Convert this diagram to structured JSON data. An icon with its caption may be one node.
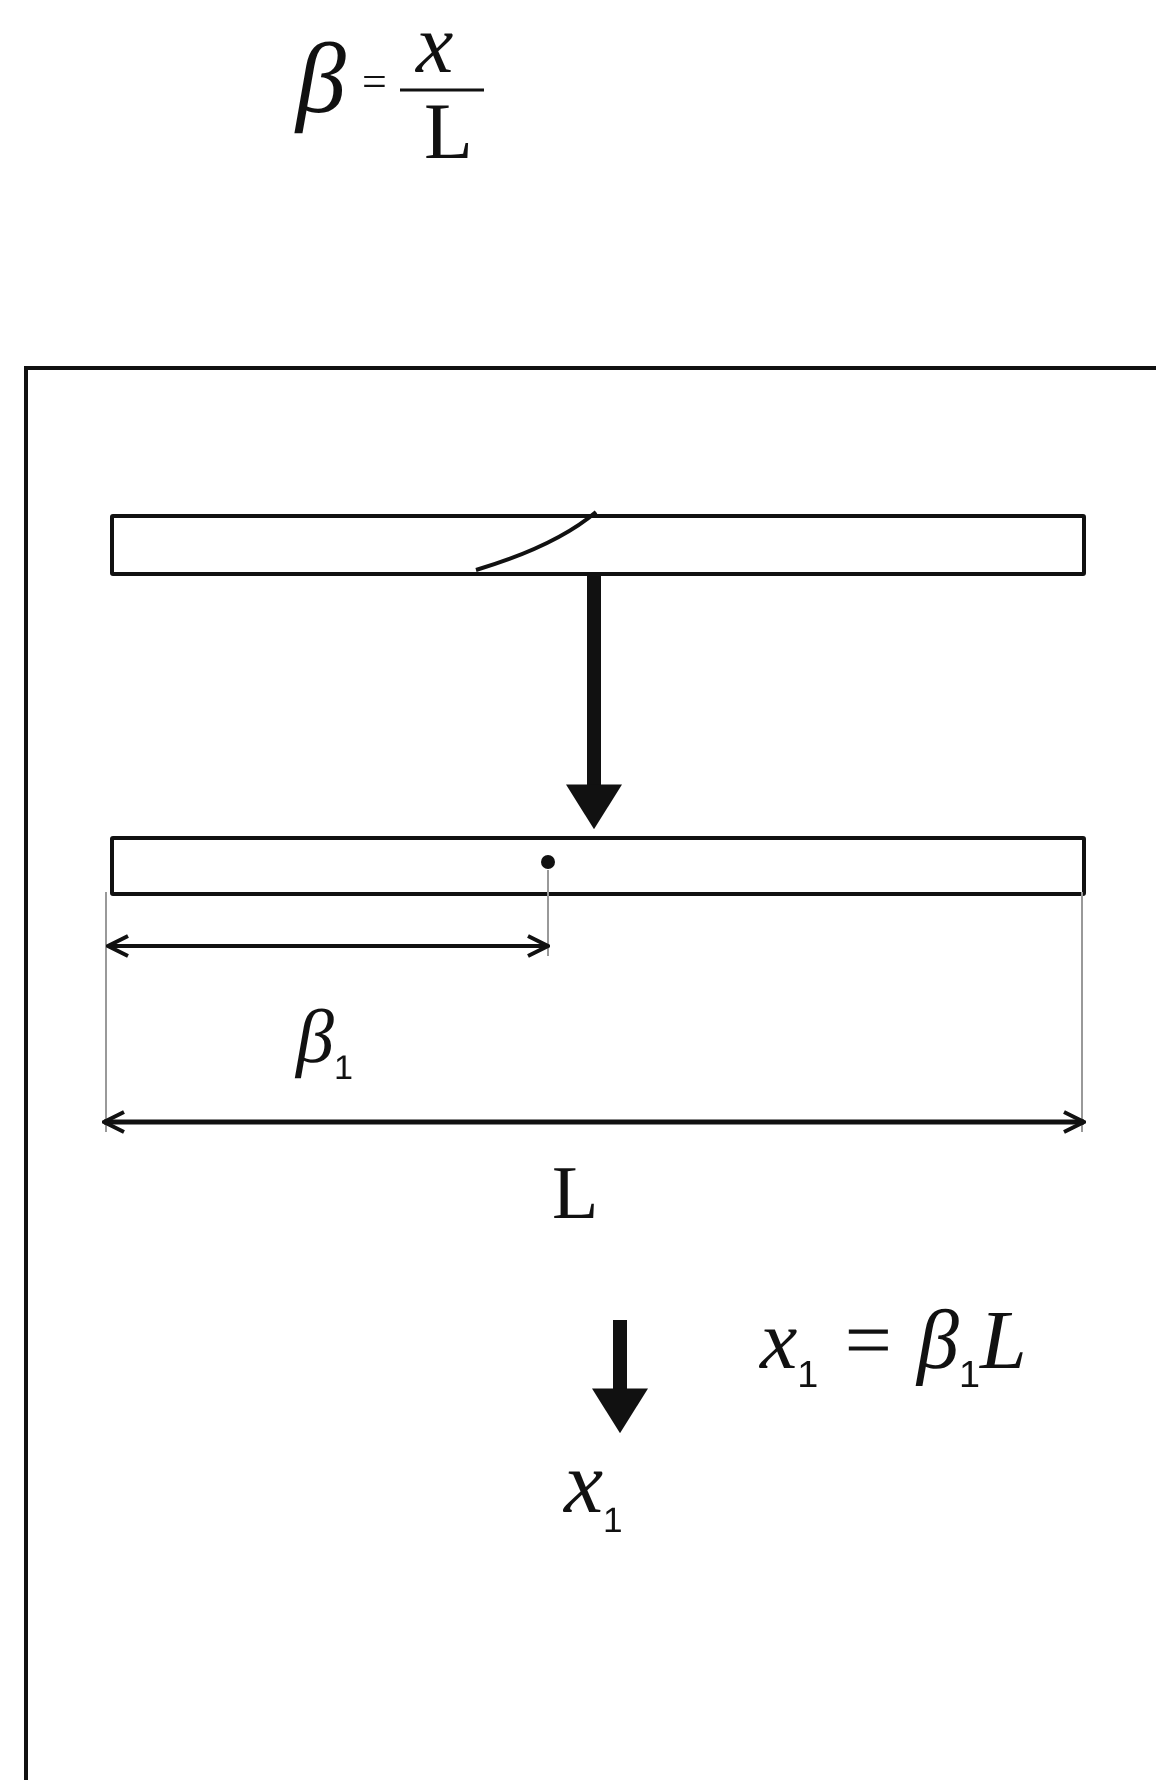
{
  "diagram": {
    "nodes": [
      {
        "text": [],
        "shape": "box"
      },
      {
        "text": [],
        "shape": "bar",
        "in": 0
      },
      {
        "text": [],
        "shape": "bar",
        "in": 0
      },
      {
        "text": [
          "x$_{1}$"
        ],
        "in": 0
      }
    ],
    "edges": [
      {
        "from": 1,
        "to": 2,
        "arrow": "to"
      },
      {
        "from": null,
        "to": 3,
        "arrow": "to"
      }
    ],
    "labels": [
      "β",
      "=",
      "x",
      "L",
      "β$_{1}$",
      "L",
      "x$_{1}$ = β$_{1}$L"
    ]
  }
}
